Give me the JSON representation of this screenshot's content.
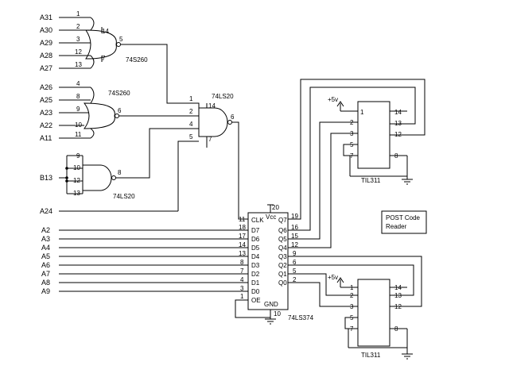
{
  "gates": {
    "nand1_part": "74S260",
    "nand2_part": "74S260",
    "nand3_part": "74LS20",
    "nand4_part": "74LS20"
  },
  "signals": [
    "A31",
    "A30",
    "A29",
    "A28",
    "A27",
    "A26",
    "A25",
    "A23",
    "A22",
    "A11",
    "B13",
    "A24",
    "A2",
    "A3",
    "A4",
    "A5",
    "A6",
    "A7",
    "A8",
    "A9"
  ],
  "latch": {
    "part": "74LS374",
    "vcc_label": "Vcc",
    "gnd_label": "GND",
    "clk_label": "CLK",
    "oe_label": "OE",
    "d_labels": [
      "D7",
      "D6",
      "D5",
      "D4",
      "D3",
      "D2",
      "D1",
      "D0"
    ],
    "q_labels": [
      "Q7",
      "Q6",
      "Q5",
      "Q4",
      "Q3",
      "Q2",
      "Q1",
      "Q0"
    ],
    "vcc_pin": "20",
    "gnd_pin": "10",
    "clk_pin": "11",
    "oe_pin": "1",
    "d_pins": [
      "18",
      "17",
      "14",
      "13",
      "8",
      "7",
      "4",
      "3"
    ],
    "q_pins": [
      "19",
      "16",
      "15",
      "12",
      "9",
      "6",
      "5",
      "2"
    ]
  },
  "displays": {
    "upper_part": "TIL311",
    "lower_part": "TIL311",
    "supply": "+5v"
  },
  "title": {
    "line1": "POST Code",
    "line2": "Reader"
  },
  "pins": {
    "n1": [
      "1",
      "2",
      "3",
      "12",
      "13",
      "14",
      "7",
      "5"
    ],
    "n2": [
      "4",
      "8",
      "9",
      "10",
      "11",
      "6"
    ],
    "n3": [
      "9",
      "10",
      "12",
      "13",
      "8"
    ],
    "n4": [
      "1",
      "2",
      "4",
      "5",
      "14",
      "7",
      "6"
    ],
    "d1": [
      "1",
      "2",
      "3",
      "5",
      "7",
      "14",
      "13",
      "12",
      "8"
    ],
    "d2": [
      "1",
      "2",
      "3",
      "5",
      "7",
      "14",
      "13",
      "12",
      "8"
    ]
  }
}
